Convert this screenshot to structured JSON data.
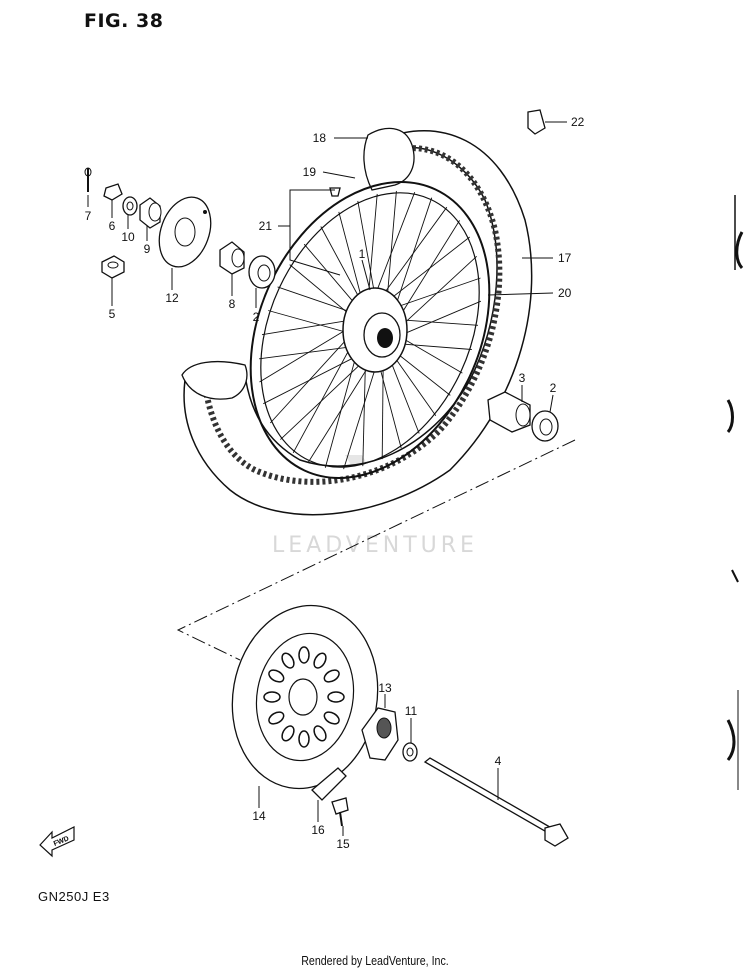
{
  "figure_title": "FIG. 38",
  "model_code": "GN250J  E3",
  "footer_text": "Rendered by LeadVenture, Inc.",
  "watermark_text": "LEADVENTURE",
  "fwd_label": "FWD",
  "callouts": {
    "p1": "1",
    "p2a": "2",
    "p2b": "2",
    "p3": "3",
    "p4": "4",
    "p5": "5",
    "p6": "6",
    "p7": "7",
    "p8": "8",
    "p9": "9",
    "p10": "10",
    "p11": "11",
    "p12": "12",
    "p13": "13",
    "p14": "14",
    "p15": "15",
    "p16": "16",
    "p17": "17",
    "p18": "18",
    "p19": "19",
    "p20": "20",
    "p21": "21",
    "p22": "22"
  }
}
